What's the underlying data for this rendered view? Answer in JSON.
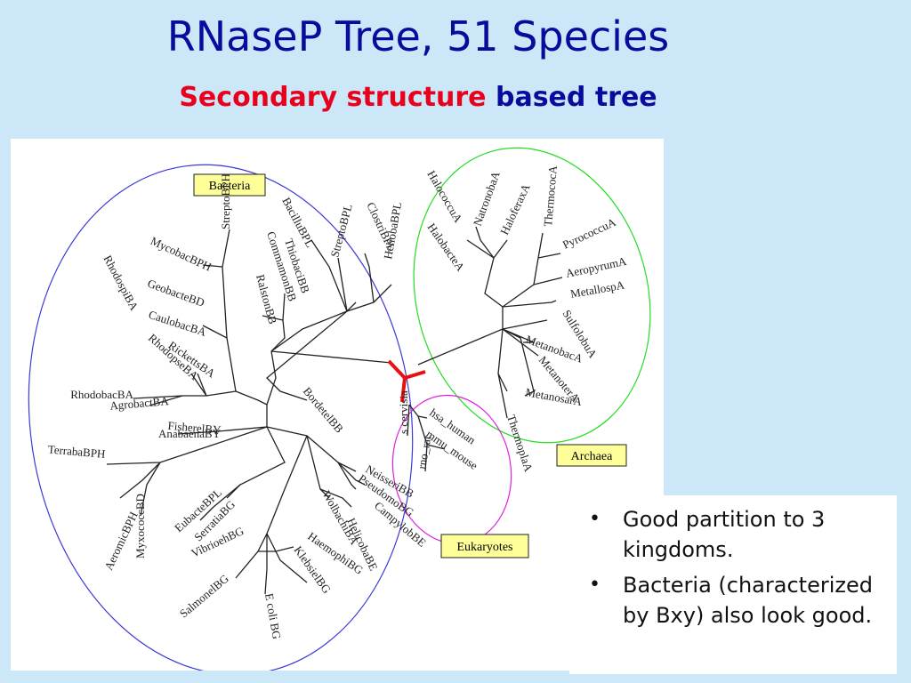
{
  "title": "RNaseP Tree, 51 Species",
  "subtitle": {
    "part1": "Secondary structure",
    "part2": "based tree"
  },
  "groups": {
    "bacteria": "Bacteria",
    "archaea": "Archaea",
    "eukaryotes": "Eukaryotes"
  },
  "colors": {
    "bacteria_ellipse": "#3a3ad8",
    "archaea_ellipse": "#22dd22",
    "eukaryotes_ellipse": "#e020e0",
    "root": "#e81010",
    "label_box": "#ffff99"
  },
  "bullets": [
    {
      "marker": "•",
      "text": "Good partition to 3 kingdoms."
    },
    {
      "marker": "•",
      "text": "Bacteria (characterized by Bxy) also look good."
    }
  ],
  "leaves": [
    "StreptoBPH",
    "MycobacBPH",
    "GeobacteBD",
    "CaulobacBA",
    "RhodospiBA",
    "RickettsBA",
    "RhodopseBA",
    "RhodobacBA",
    "AgrobactBA",
    "FisherelBY",
    "AnabaenaBY",
    "TerrabaBPH",
    "AeromicBPH",
    "MyxococcBD",
    "EubacteBPL",
    "SerratiaBG",
    "VibrioehBG",
    "SalmonelBG",
    "E coli BG",
    "KlebsielBG",
    "HaemophiBG",
    "HelicobaBE",
    "WolbachiBA",
    "CampylobBE",
    "PseudomoBG",
    "NeisseriBB",
    "BordetelBB",
    "RalstonBB",
    "CommamonBB",
    "ThiobaciBB",
    "BacilluBPL",
    "StreptoBPL",
    "ClostriBPL",
    "HeliobaBPL",
    "HalococcuA",
    "NatronobaA",
    "HaloferaxA",
    "HalobacteA",
    "ThermococA",
    "PyrococcuA",
    "AeropyrumA",
    "MetallospA",
    "SulfolobuA",
    "MetanobacA",
    "MetanoterA",
    "MetanosarA",
    "ThermoplaA",
    "s cervisia",
    "hsa_human",
    "mmu_mouse",
    "rno_rat"
  ]
}
